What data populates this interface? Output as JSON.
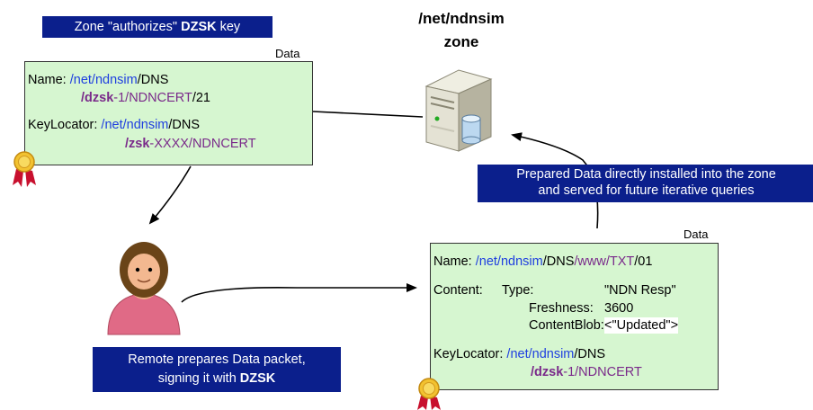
{
  "top_callout": {
    "prefix": "Zone \"authorizes\" ",
    "bold": "DZSK",
    "suffix": " key"
  },
  "zone_title": {
    "line1": "/net/ndnsim",
    "line2": "zone"
  },
  "dzsk_cert": {
    "tag": "Data",
    "name_label": "Name: ",
    "name_l1_prefix": "/net/ndnsim",
    "name_l1_suffix": "/DNS",
    "name_l2_bold": "/dzsk",
    "name_l2_mid": "-1",
    "name_l2_mid2": "/NDNCERT",
    "name_l2_suffix": "/21",
    "kl_label": "KeyLocator: ",
    "kl_l1_prefix": "/net/ndnsim",
    "kl_l1_suffix": "/DNS",
    "kl_l2_bold": "/zsk",
    "kl_l2_suffix": "-XXXX/NDNCERT"
  },
  "right_callout": {
    "line1": "Prepared Data directly installed into the zone",
    "line2": "and served for future iterative queries"
  },
  "response_data": {
    "tag": "Data",
    "name_label": "Name: ",
    "name_p1": "/net/ndnsim",
    "name_p2": "/DNS",
    "name_p3": "/www/TXT",
    "name_p4": "/01",
    "content_label": "Content:",
    "type_key": "Type:",
    "type_val": "\"NDN Resp\"",
    "fresh_key": "Freshness:",
    "fresh_val": "3600",
    "blob_key": "ContentBlob:",
    "blob_val": "<\"Updated\">",
    "kl_label": "KeyLocator: ",
    "kl_l1_prefix": "/net/ndnsim",
    "kl_l1_suffix": "/DNS",
    "kl_l2_bold": "/dzsk",
    "kl_l2_suffix": "-1/NDNCERT"
  },
  "bottom_callout": {
    "line1": "Remote prepares Data packet,",
    "line2_prefix": "signing it with ",
    "line2_bold": "DZSK"
  },
  "colors": {
    "callout_bg": "#0b1f8c",
    "box_fill": "#d6f6d0",
    "name_blue": "#1f3fe0",
    "key_purple": "#7a2a8a"
  },
  "icons": [
    "server-icon",
    "person-icon",
    "certificate-seal-icon"
  ]
}
